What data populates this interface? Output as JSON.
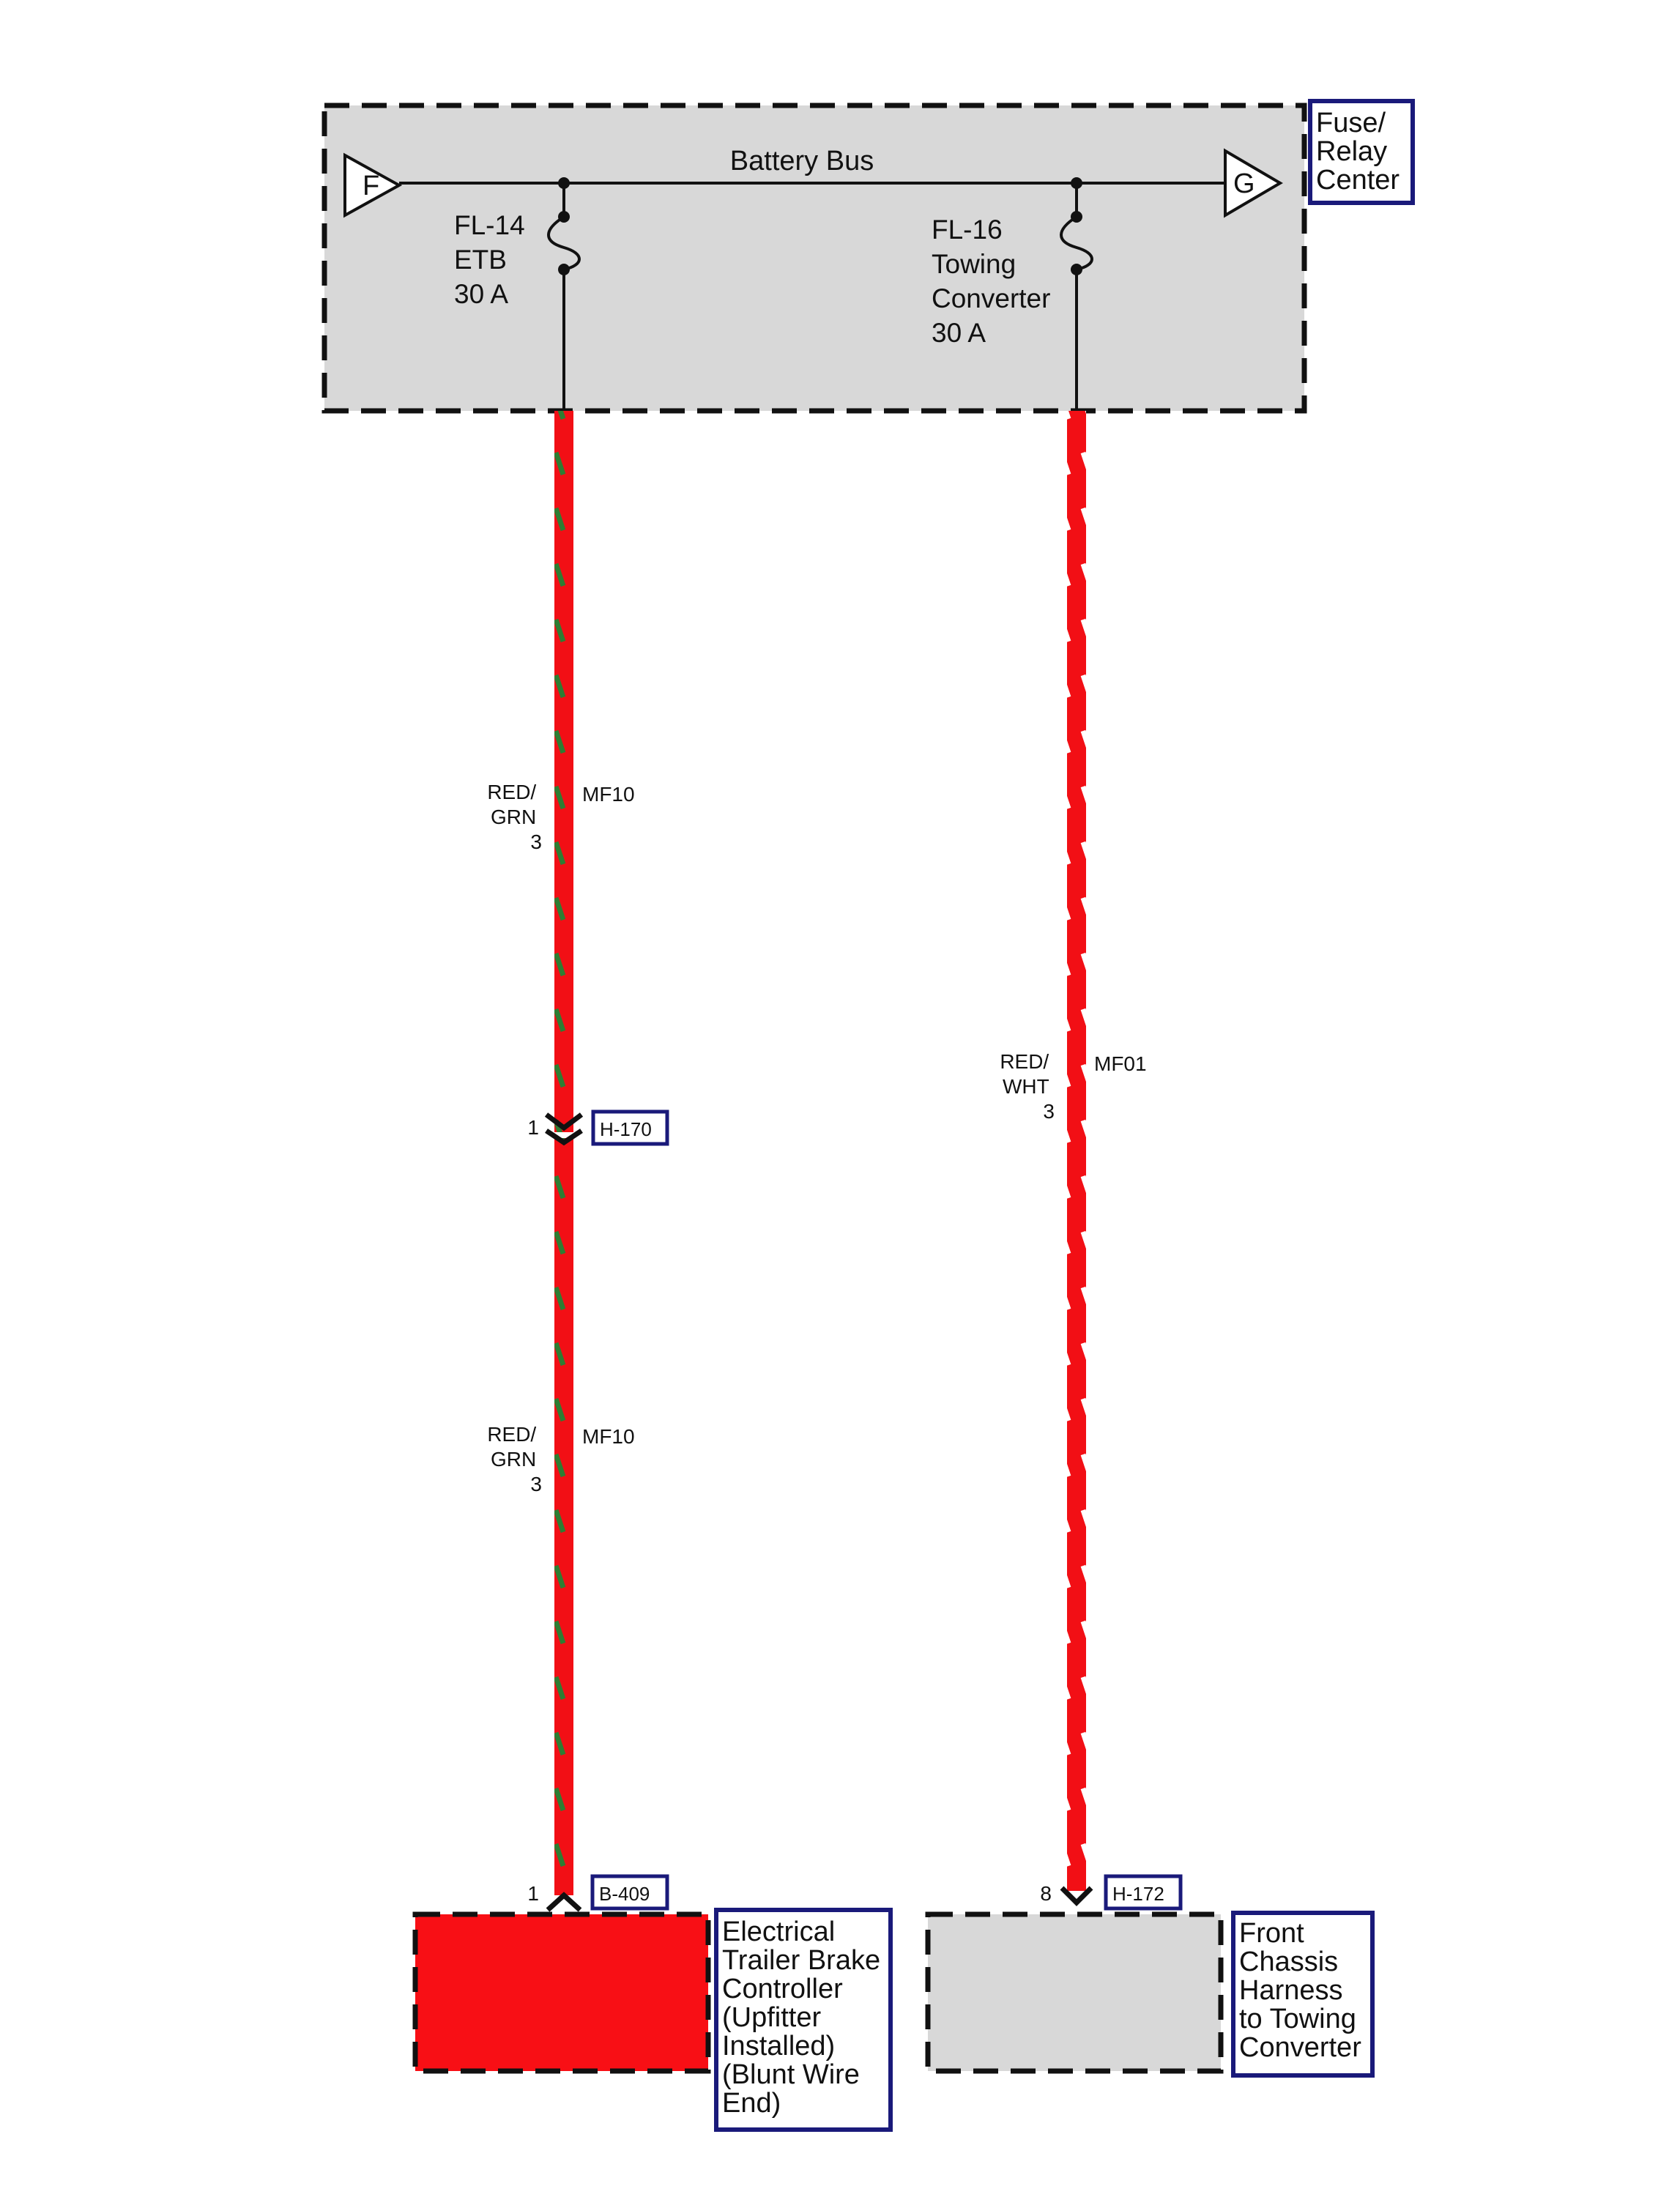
{
  "colors": {
    "panel_fill": "#d8d8d8",
    "wire_red": "#f20f15",
    "stripe_green": "#2e7d32",
    "stripe_white": "#ffffff",
    "tag_border": "#1a1a7a",
    "module_red": "#f80f15",
    "module_gray": "#d8d8d8"
  },
  "fuse_relay_center": {
    "label_lines": [
      "Fuse/",
      "Relay",
      "Center"
    ],
    "bus_label": "Battery Bus",
    "connector_left": "F",
    "connector_right": "G"
  },
  "fuses": [
    {
      "id": "fl14",
      "lines": [
        "FL-14",
        "ETB",
        "30 A"
      ],
      "icon": "fuse-icon"
    },
    {
      "id": "fl16",
      "lines": [
        "FL-16",
        "Towing",
        "Converter",
        "30 A"
      ],
      "icon": "fuse-icon"
    }
  ],
  "wires": {
    "left_upper": {
      "color_lines": [
        "RED/",
        "GRN",
        "3"
      ],
      "circuit": "MF10",
      "stripe": "green"
    },
    "left_lower": {
      "color_lines": [
        "RED/",
        "GRN",
        "3"
      ],
      "circuit": "MF10",
      "stripe": "green"
    },
    "right": {
      "color_lines": [
        "RED/",
        "WHT",
        "3"
      ],
      "circuit": "MF01",
      "stripe": "white"
    }
  },
  "connectors": {
    "h170": {
      "pin": "1",
      "tag": "H-170"
    },
    "b409": {
      "pin": "1",
      "tag": "B-409"
    },
    "h172": {
      "pin": "8",
      "tag": "H-172"
    }
  },
  "modules": {
    "left": {
      "label_lines": [
        "Electrical",
        "Trailer Brake",
        "Controller",
        "(Upfitter",
        "Installed)",
        "(Blunt Wire",
        "End)"
      ]
    },
    "right": {
      "label_lines": [
        "Front",
        "Chassis",
        "Harness",
        "to Towing",
        "Converter"
      ]
    }
  }
}
